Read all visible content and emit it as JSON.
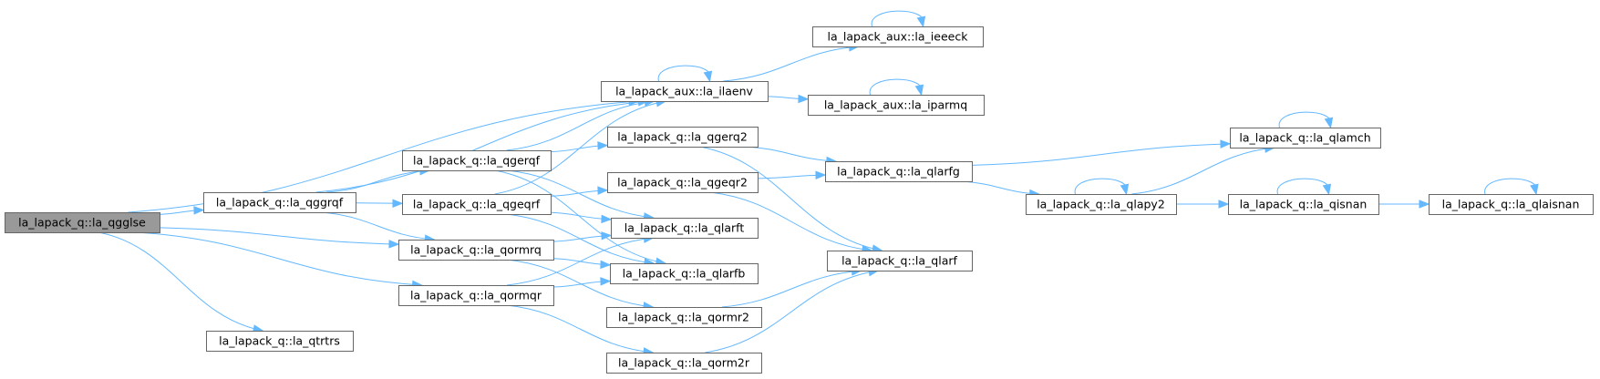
{
  "diagram": {
    "type": "call-graph",
    "root": "qgglse",
    "colors": {
      "edge": "#63b8ff",
      "root_fill": "#999999",
      "node_fill": "#ffffff",
      "node_border": "#666666"
    },
    "nodes": [
      {
        "id": "qgglse",
        "label": "la_lapack_q::la_qgglse"
      },
      {
        "id": "ilaenv",
        "label": "la_lapack_aux::la_ilaenv"
      },
      {
        "id": "qggrqf",
        "label": "la_lapack_q::la_qggrqf"
      },
      {
        "id": "qormrq",
        "label": "la_lapack_q::la_qormrq"
      },
      {
        "id": "qormqr",
        "label": "la_lapack_q::la_qormqr"
      },
      {
        "id": "qtrtrs",
        "label": "la_lapack_q::la_qtrtrs"
      },
      {
        "id": "qgerqf",
        "label": "la_lapack_q::la_qgerqf"
      },
      {
        "id": "qgeqrf",
        "label": "la_lapack_q::la_qgeqrf"
      },
      {
        "id": "ieeeck",
        "label": "la_lapack_aux::la_ieeeck"
      },
      {
        "id": "iparmq",
        "label": "la_lapack_aux::la_iparmq"
      },
      {
        "id": "qgerq2",
        "label": "la_lapack_q::la_qgerq2"
      },
      {
        "id": "qgeqr2",
        "label": "la_lapack_q::la_qgeqr2"
      },
      {
        "id": "qlarft",
        "label": "la_lapack_q::la_qlarft"
      },
      {
        "id": "qlarfb",
        "label": "la_lapack_q::la_qlarfb"
      },
      {
        "id": "qormr2",
        "label": "la_lapack_q::la_qormr2"
      },
      {
        "id": "qorm2r",
        "label": "la_lapack_q::la_qorm2r"
      },
      {
        "id": "qlarfg",
        "label": "la_lapack_q::la_qlarfg"
      },
      {
        "id": "qlarf",
        "label": "la_lapack_q::la_qlarf"
      },
      {
        "id": "qlamch",
        "label": "la_lapack_q::la_qlamch"
      },
      {
        "id": "qlapy2",
        "label": "la_lapack_q::la_qlapy2"
      },
      {
        "id": "qisnan",
        "label": "la_lapack_q::la_qisnan"
      },
      {
        "id": "qlaisnan",
        "label": "la_lapack_q::la_qlaisnan"
      }
    ],
    "edges": [
      [
        "qgglse",
        "ilaenv"
      ],
      [
        "qgglse",
        "qggrqf"
      ],
      [
        "qgglse",
        "qormrq"
      ],
      [
        "qgglse",
        "qormqr"
      ],
      [
        "qgglse",
        "qtrtrs"
      ],
      [
        "qggrqf",
        "ilaenv"
      ],
      [
        "qggrqf",
        "qgerqf"
      ],
      [
        "qggrqf",
        "qgeqrf"
      ],
      [
        "qggrqf",
        "qormrq"
      ],
      [
        "qgerqf",
        "ilaenv"
      ],
      [
        "qgerqf",
        "qgerq2"
      ],
      [
        "qgerqf",
        "qlarft"
      ],
      [
        "qgerqf",
        "qlarfb"
      ],
      [
        "qgeqrf",
        "ilaenv"
      ],
      [
        "qgeqrf",
        "qgeqr2"
      ],
      [
        "qgeqrf",
        "qlarft"
      ],
      [
        "qgeqrf",
        "qlarfb"
      ],
      [
        "qormrq",
        "qlarft"
      ],
      [
        "qormrq",
        "qlarfb"
      ],
      [
        "qormrq",
        "qormr2"
      ],
      [
        "qormqr",
        "qlarft"
      ],
      [
        "qormqr",
        "qlarfb"
      ],
      [
        "qormqr",
        "qorm2r"
      ],
      [
        "ilaenv",
        "ilaenv"
      ],
      [
        "ilaenv",
        "ieeeck"
      ],
      [
        "ilaenv",
        "iparmq"
      ],
      [
        "ieeeck",
        "ieeeck"
      ],
      [
        "iparmq",
        "iparmq"
      ],
      [
        "qgerq2",
        "qlarfg"
      ],
      [
        "qgerq2",
        "qlarf"
      ],
      [
        "qgeqr2",
        "qlarfg"
      ],
      [
        "qgeqr2",
        "qlarf"
      ],
      [
        "qormr2",
        "qlarf"
      ],
      [
        "qorm2r",
        "qlarf"
      ],
      [
        "qlarfg",
        "qlamch"
      ],
      [
        "qlarfg",
        "qlapy2"
      ],
      [
        "qlapy2",
        "qlapy2"
      ],
      [
        "qlapy2",
        "qlamch"
      ],
      [
        "qlapy2",
        "qisnan"
      ],
      [
        "qlamch",
        "qlamch"
      ],
      [
        "qisnan",
        "qisnan"
      ],
      [
        "qisnan",
        "qlaisnan"
      ],
      [
        "qlaisnan",
        "qlaisnan"
      ]
    ]
  }
}
